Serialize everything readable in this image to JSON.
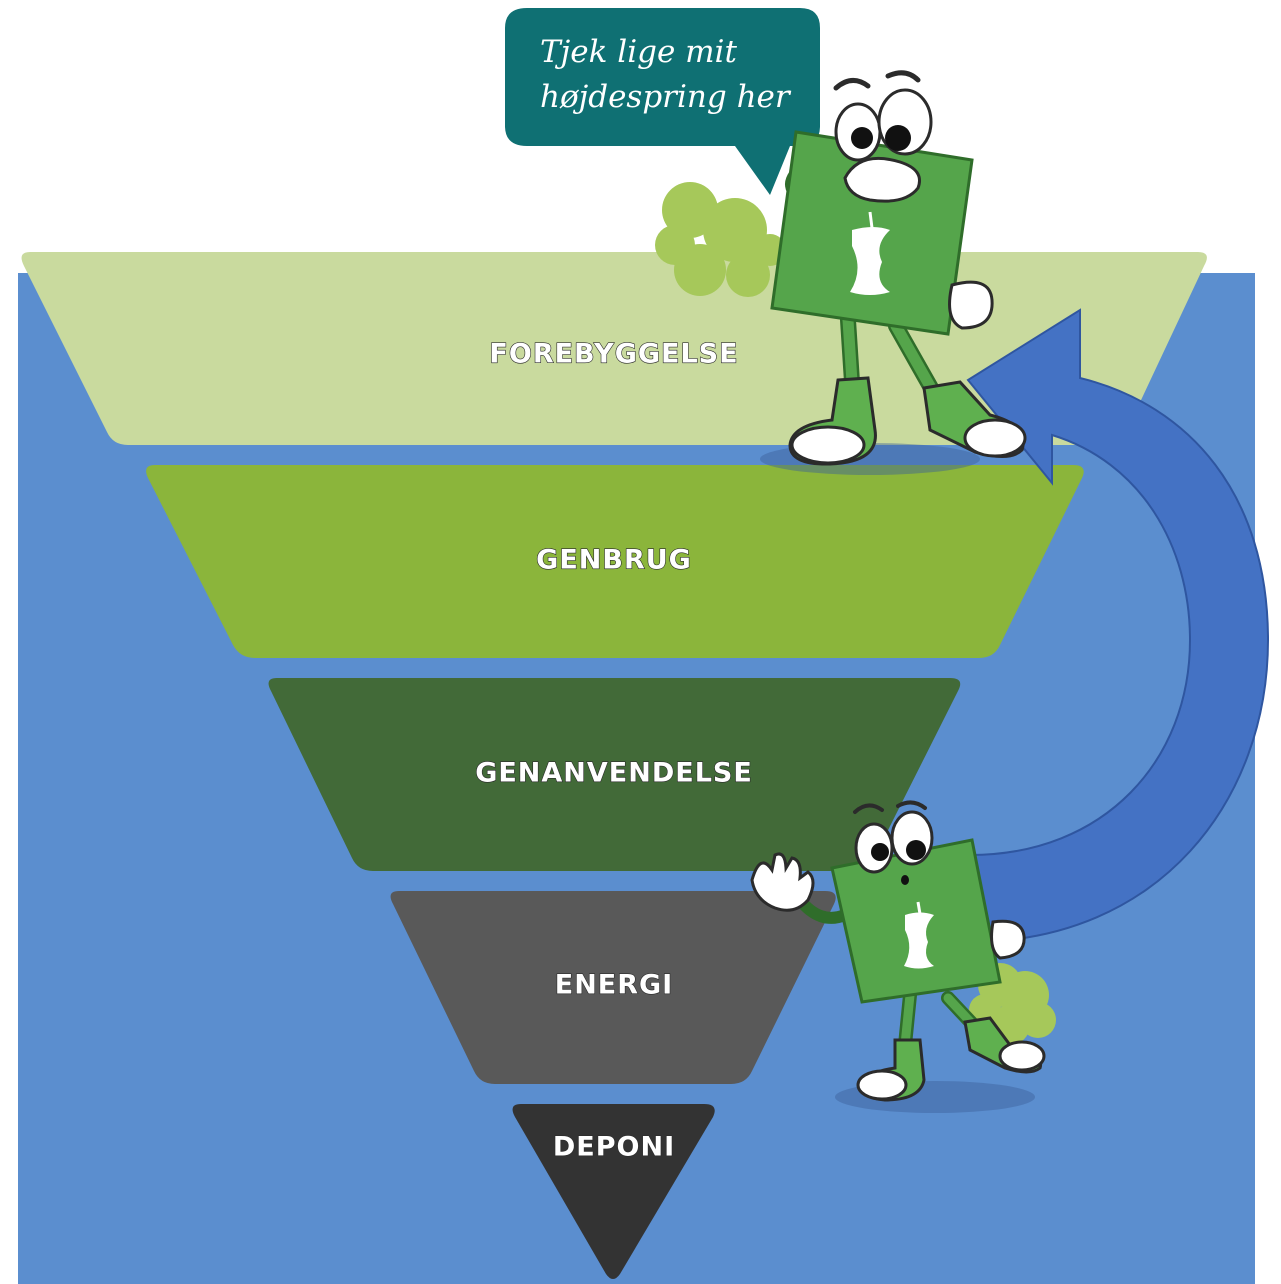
{
  "speech_bubble": {
    "line1": "Tjek lige mit",
    "line2": "højdespring her",
    "color": "#0f7073"
  },
  "hierarchy": [
    {
      "label": "FOREBYGGELSE",
      "color": "#c9da9e"
    },
    {
      "label": "GENBRUG",
      "color": "#8bb53b"
    },
    {
      "label": "GENANVENDELSE",
      "color": "#426a38"
    },
    {
      "label": "ENERGI",
      "color": "#595959"
    },
    {
      "label": "DEPONI",
      "color": "#333333"
    }
  ],
  "colors": {
    "background_panel": "#5b8ecf",
    "arrow": "#4472c4",
    "mascot": "#55a54b",
    "smoke": "#a6c85a"
  },
  "icons": {
    "mascot_symbol": "apple-core-icon"
  }
}
